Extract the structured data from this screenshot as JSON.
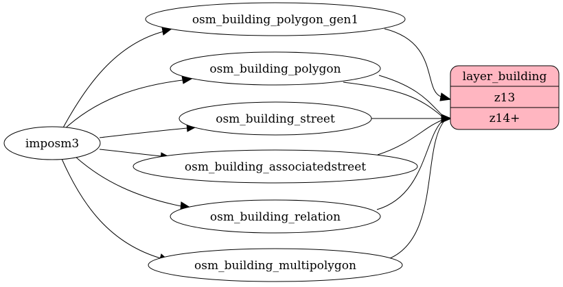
{
  "diagram": {
    "source": {
      "label": "imposm3"
    },
    "tables": [
      {
        "label": "osm_building_polygon_gen1"
      },
      {
        "label": "osm_building_polygon"
      },
      {
        "label": "osm_building_street"
      },
      {
        "label": "osm_building_associatedstreet"
      },
      {
        "label": "osm_building_relation"
      },
      {
        "label": "osm_building_multipolygon"
      }
    ],
    "layer": {
      "label": "layer_building",
      "rows": [
        "z13",
        "z14+"
      ],
      "fill_color": "#ffb6c1"
    }
  }
}
